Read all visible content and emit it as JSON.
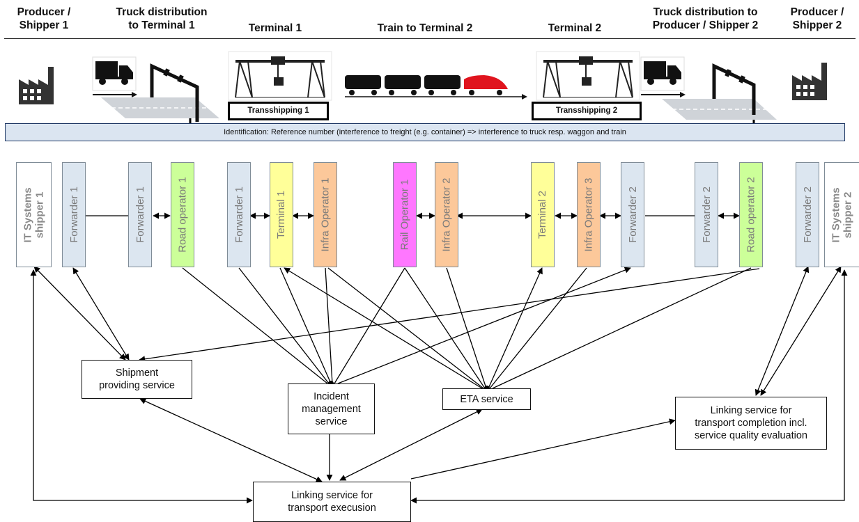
{
  "stages": [
    {
      "id": "producer1",
      "title": "Producer /\nShipper 1"
    },
    {
      "id": "truck1",
      "title": "Truck distribution\nto Terminal 1"
    },
    {
      "id": "terminal1",
      "title": "Terminal 1"
    },
    {
      "id": "train",
      "title": "Train to Terminal 2"
    },
    {
      "id": "terminal2",
      "title": "Terminal 2"
    },
    {
      "id": "truck2",
      "title": "Truck distribution to\nProducer / Shipper 2"
    },
    {
      "id": "producer2",
      "title": "Producer /\nShipper 2"
    }
  ],
  "transshipping": {
    "t1": "Transshipping  1",
    "t2": "Transshipping  2"
  },
  "identification": "Identification: Reference number (interference to freight (e.g. container)  => interference to truck resp. waggon and train",
  "actors": [
    {
      "id": "it1",
      "label": "IT Systems\nshipper 1",
      "kind": "it",
      "fill": "#ffffff"
    },
    {
      "id": "fw1a",
      "label": "Forwarder 1",
      "kind": "forwarder",
      "fill": "#dce6f0"
    },
    {
      "id": "fw1b",
      "label": "Forwarder 1",
      "kind": "forwarder",
      "fill": "#dce6f0"
    },
    {
      "id": "road1",
      "label": "Road operator 1",
      "kind": "road",
      "fill": "#ccff99"
    },
    {
      "id": "fw1c",
      "label": "Forwarder 1",
      "kind": "forwarder",
      "fill": "#dce6f0"
    },
    {
      "id": "term1",
      "label": "Terminal 1",
      "kind": "terminal",
      "fill": "#ffff99"
    },
    {
      "id": "infra1",
      "label": "Infra Operator 1",
      "kind": "infra",
      "fill": "#fcc89a"
    },
    {
      "id": "rail1",
      "label": "Rail Operator 1",
      "kind": "rail",
      "fill": "#ff77ff"
    },
    {
      "id": "infra2",
      "label": "Infra Operator 2",
      "kind": "infra",
      "fill": "#fcc89a"
    },
    {
      "id": "term2",
      "label": "Terminal 2",
      "kind": "terminal",
      "fill": "#ffff99"
    },
    {
      "id": "infra3",
      "label": "Infra Operator 3",
      "kind": "infra",
      "fill": "#fcc89a"
    },
    {
      "id": "fw2a",
      "label": "Forwarder 2",
      "kind": "forwarder",
      "fill": "#dce6f0"
    },
    {
      "id": "fw2b",
      "label": "Forwarder 2",
      "kind": "forwarder",
      "fill": "#dce6f0"
    },
    {
      "id": "road2",
      "label": "Road operator 2",
      "kind": "road",
      "fill": "#ccff99"
    },
    {
      "id": "fw2c",
      "label": "Forwarder 2",
      "kind": "forwarder",
      "fill": "#dce6f0"
    },
    {
      "id": "it2",
      "label": "IT Systems\nshipper 2",
      "kind": "it",
      "fill": "#ffffff"
    }
  ],
  "services": [
    {
      "id": "shipment",
      "label": "Shipment\nproviding service"
    },
    {
      "id": "incident",
      "label": "Incident\nmanagement\nservice"
    },
    {
      "id": "eta",
      "label": "ETA service"
    },
    {
      "id": "completion",
      "label": "Linking service for\ntransport completion incl.\nservice quality evaluation"
    },
    {
      "id": "execution",
      "label": "Linking service for\ntransport execusion"
    }
  ],
  "colors": {
    "forwarder": "#dce6f0",
    "road": "#ccff99",
    "terminal": "#ffff99",
    "infra": "#fcc89a",
    "rail": "#ff77ff",
    "id_bar": "#dbe5f1",
    "id_bar_border": "#1f3864",
    "locomotive": "#e0141e",
    "factory": "#333333",
    "line": "#000000"
  },
  "icons": [
    "factory-icon",
    "truck-icon",
    "gantry-crane-icon",
    "train-icon",
    "road-icon",
    "crane-arm-icon"
  ]
}
